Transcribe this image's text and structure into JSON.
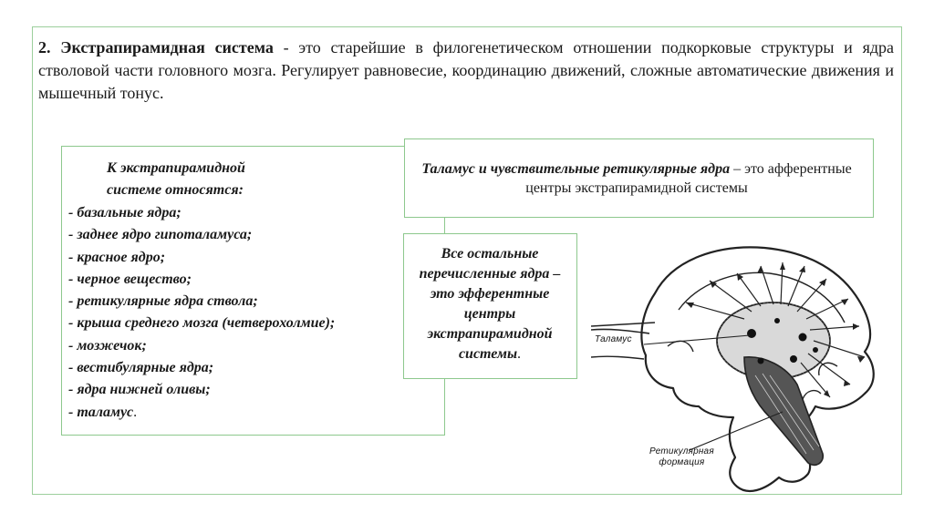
{
  "intro": {
    "bold": "2. Экстрапирамидная система",
    "rest": " - это старейшие в филогенетическом отношении подкорковые структуры и ядра стволовой части головного мозга. Регулирует равновесие, координацию движений, сложные автоматические движения и мышечный тонус."
  },
  "list_box": {
    "heading_line1": "К экстрапирамидной",
    "heading_line2": "системе относятся:",
    "items": [
      "- базальные ядра;",
      "- заднее ядро гипоталамуса;",
      "- красное ядро;",
      "- черное вещество;",
      "- ретикулярные ядра ствола;",
      "- крыша среднего мозга (четверохолмие);",
      "- мозжечок;",
      "- вестибулярные ядра;",
      "- ядра нижней оливы;",
      "- таламус"
    ],
    "last_punct": "."
  },
  "afferent_box": {
    "bold": "Таламус и чувствительные ретикулярные ядра",
    "rest": " – это афферентные центры экстрапирамидной системы"
  },
  "efferent_box": {
    "text": "Все остальные перечисленные ядра – это эфферентные центры экстрапирамидной системы",
    "punct": "."
  },
  "diagram": {
    "label_thalamus": "Таламус",
    "label_reticular_1": "Ретикулярная",
    "label_reticular_2": "формация"
  }
}
